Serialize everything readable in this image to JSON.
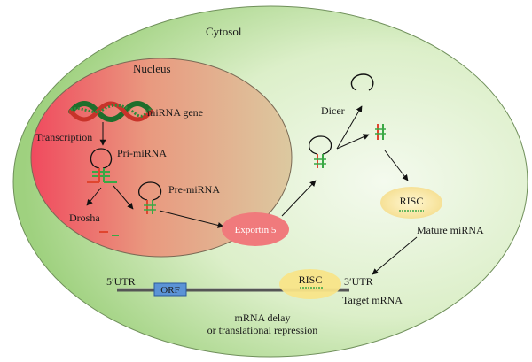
{
  "labels": {
    "cytosol": "Cytosol",
    "nucleus": "Nucleus",
    "mirna_gene": "miRNA gene",
    "transcription": "Transcription",
    "pri_mirna": "Pri-miRNA",
    "pre_mirna": "Pre-miRNA",
    "drosha": "Drosha",
    "exportin5": "Exportin 5",
    "dicer": "Dicer",
    "risc_top": "RISC",
    "mature_mirna": "Mature miRNA",
    "five_utr": "5′UTR",
    "orf": "ORF",
    "risc_bottom": "RISC",
    "three_utr": "3′UTR",
    "target_mrna": "Target mRNA",
    "outcome_line1": "mRNA delay",
    "outcome_line2": "or translational repression"
  },
  "colors": {
    "cytosol_fill": "#c9e6b0",
    "nucleus_fill": "#e98a7d",
    "exportin_fill": "#f07a7c",
    "risc_fill": "#faedb5",
    "orf_fill": "#5b93d6",
    "dna_green": "#1f6e2c",
    "dna_red": "#c8332a",
    "strand_red": "#e0452f",
    "strand_green": "#3aa845"
  }
}
